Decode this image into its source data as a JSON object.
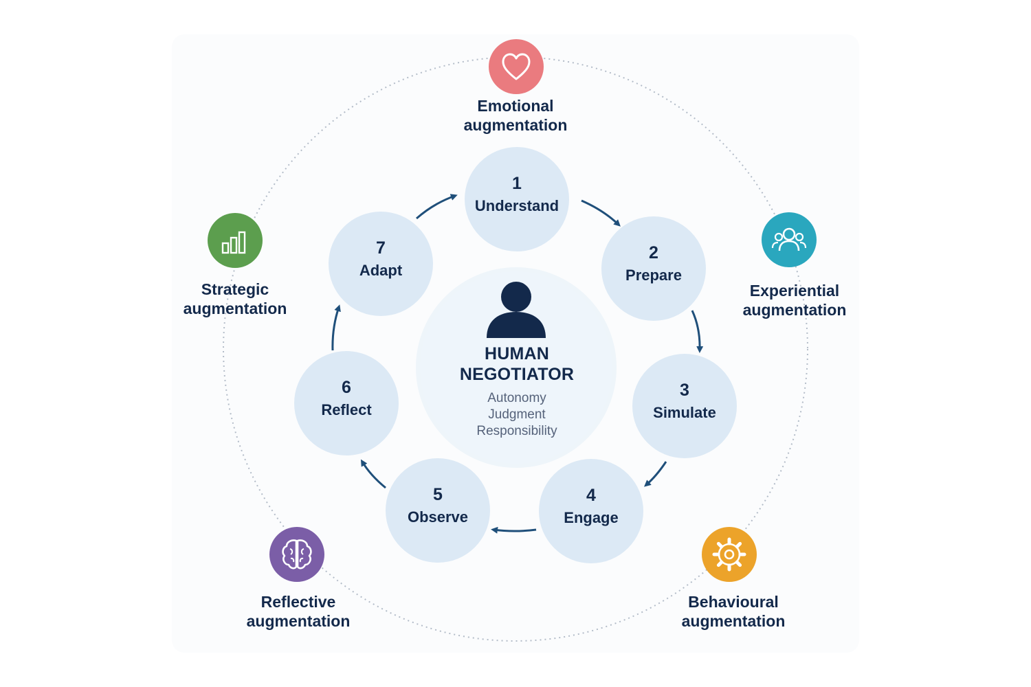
{
  "center": {
    "title_line1": "HUMAN",
    "title_line2": "NEGOTIATOR",
    "values": [
      "Autonomy",
      "Judgment",
      "Responsibility"
    ]
  },
  "steps": [
    {
      "number": "1",
      "label": "Understand"
    },
    {
      "number": "2",
      "label": "Prepare"
    },
    {
      "number": "3",
      "label": "Simulate"
    },
    {
      "number": "4",
      "label": "Engage"
    },
    {
      "number": "5",
      "label": "Observe"
    },
    {
      "number": "6",
      "label": "Reflect"
    },
    {
      "number": "7",
      "label": "Adapt"
    }
  ],
  "augmentations": [
    {
      "line1": "Emotional",
      "line2": "augmentation",
      "icon": "heart-icon",
      "color": "#ea7b7f"
    },
    {
      "line1": "Experiential",
      "line2": "augmentation",
      "icon": "people-icon",
      "color": "#2aa7be"
    },
    {
      "line1": "Behavioural",
      "line2": "augmentation",
      "icon": "gear-icon",
      "color": "#eca32a"
    },
    {
      "line1": "Reflective",
      "line2": "augmentation",
      "icon": "brain-icon",
      "color": "#7b5ea7"
    },
    {
      "line1": "Strategic",
      "line2": "augmentation",
      "icon": "bar-chart-icon",
      "color": "#5c9e4e"
    }
  ],
  "colors": {
    "text": "#13294b",
    "step_fill": "#dce9f5",
    "center_fill": "#eef5fb",
    "arrow": "#1f4f7a"
  }
}
